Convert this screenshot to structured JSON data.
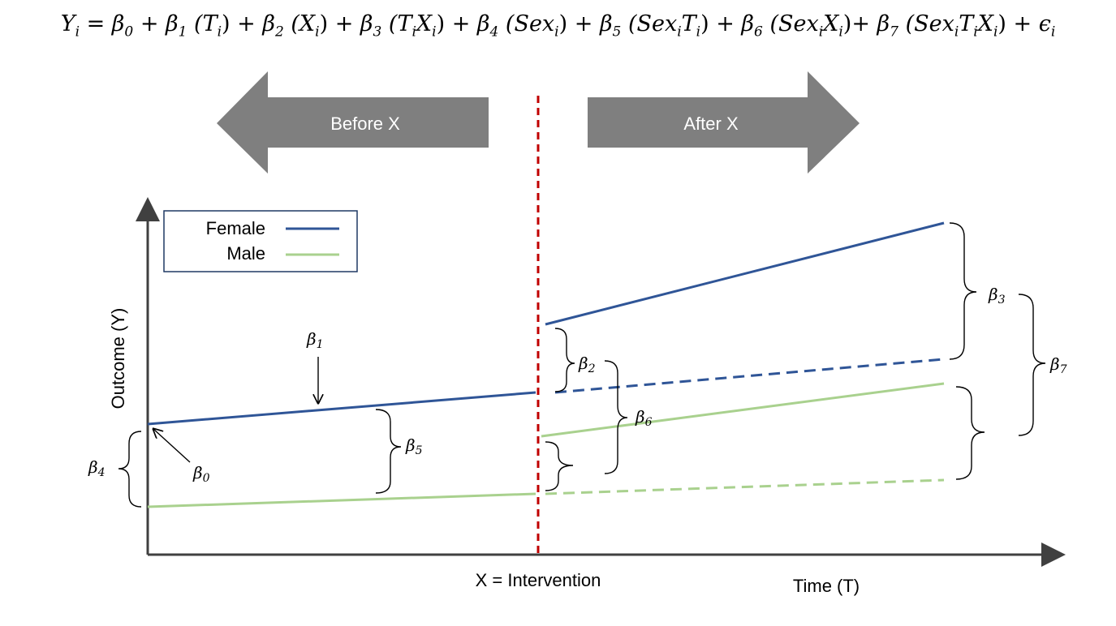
{
  "equation": {
    "y": "Y",
    "eq": " = ",
    "b0": "β",
    "plus1": " + ",
    "b1": "β",
    "t1": " (T",
    "plus2": ") + ",
    "b2": "β",
    "x2": " (X",
    "plus3": ") + ",
    "b3": "β",
    "tx3a": " (T",
    "tx3b": "X",
    "plus4": ") + ",
    "b4": "β",
    "sex4": " (Sex",
    "plus5": ") + ",
    "b5": "β",
    "sex5a": " (Sex",
    "sex5b": "T",
    "plus6": ") + ",
    "b6": "β",
    "sex6a": " (Sex",
    "sex6b": "X",
    "plus7": ")+ ",
    "b7": "β",
    "sex7a": " (Sex",
    "sex7b": "T",
    "sex7c": "X",
    "plus8": ") + ",
    "eps": "ϵ",
    "i": "i"
  },
  "arrows": {
    "before": "Before X",
    "after": "After X"
  },
  "legend": {
    "female": "Female",
    "male": "Male"
  },
  "axes": {
    "ylabel": "Outcome (Y)",
    "xlabel": "Time (T)",
    "intervention": "X = Intervention"
  },
  "betas": {
    "b0": "β",
    "b1": "β",
    "b2": "β",
    "b3": "β",
    "b4": "β",
    "b5": "β",
    "b6": "β",
    "b7": "β",
    "s0": "0",
    "s1": "1",
    "s2": "2",
    "s3": "3",
    "s4": "4",
    "s5": "5",
    "s6": "6",
    "s7": "7"
  },
  "colors": {
    "female": "#2f5597",
    "male": "#a9d18e",
    "intervention": "#c00000",
    "arrow": "#7f7f7f",
    "axis": "#404040"
  }
}
